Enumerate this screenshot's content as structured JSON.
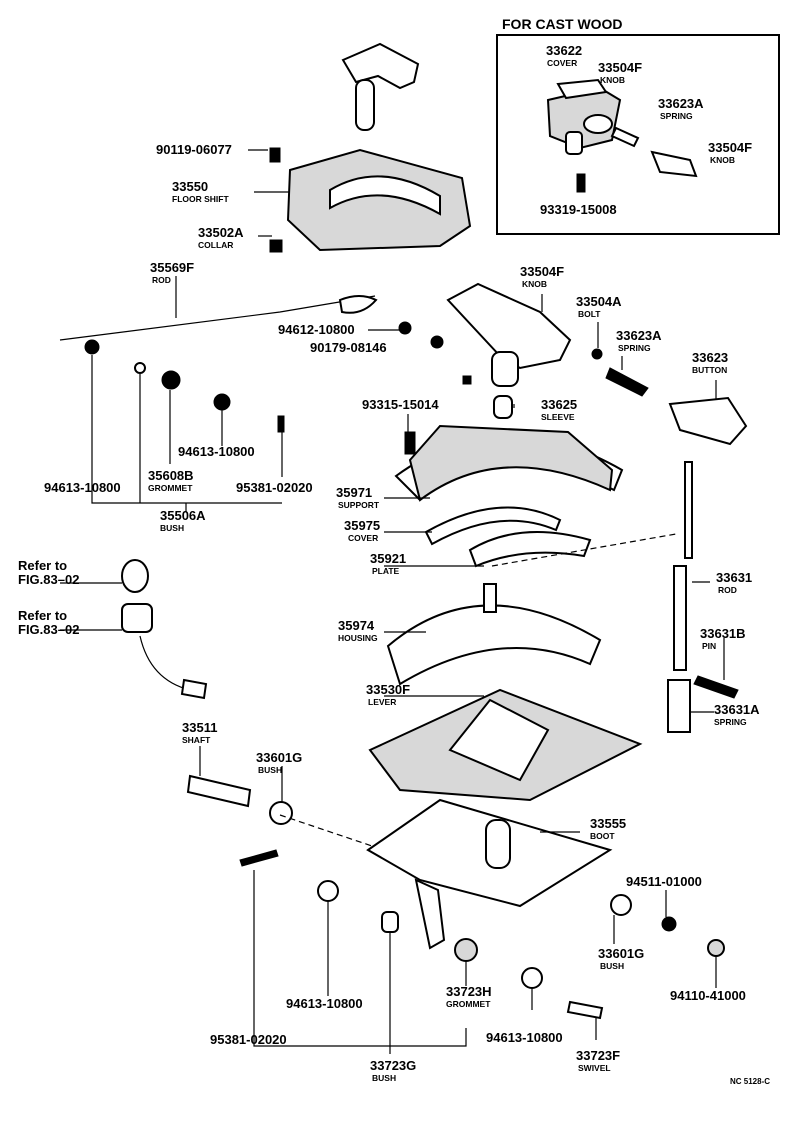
{
  "inset": {
    "title": "FOR CAST WOOD"
  },
  "parts": [
    {
      "id": "p33622",
      "number": "33622",
      "name": "COVER"
    },
    {
      "id": "p33504F_a",
      "number": "33504F",
      "name": "KNOB"
    },
    {
      "id": "p33623A_a",
      "number": "33623A",
      "name": "SPRING"
    },
    {
      "id": "p33504F_b",
      "number": "33504F",
      "name": "KNOB"
    },
    {
      "id": "p93319",
      "number": "93319-15008",
      "name": ""
    },
    {
      "id": "p90119",
      "number": "90119-06077",
      "name": ""
    },
    {
      "id": "p33550",
      "number": "33550",
      "name": "FLOOR SHIFT"
    },
    {
      "id": "p33502A",
      "number": "33502A",
      "name": "COLLAR"
    },
    {
      "id": "p35569F",
      "number": "35569F",
      "name": "ROD"
    },
    {
      "id": "p94612",
      "number": "94612-10800",
      "name": ""
    },
    {
      "id": "p90179",
      "number": "90179-08146",
      "name": ""
    },
    {
      "id": "p33504F_c",
      "number": "33504F",
      "name": "KNOB"
    },
    {
      "id": "p33504A",
      "number": "33504A",
      "name": "BOLT"
    },
    {
      "id": "p33623A_b",
      "number": "33623A",
      "name": "SPRING"
    },
    {
      "id": "p33623",
      "number": "33623",
      "name": "BUTTON"
    },
    {
      "id": "p93315",
      "number": "93315-15014",
      "name": ""
    },
    {
      "id": "p33625",
      "number": "33625",
      "name": "SLEEVE"
    },
    {
      "id": "p94613_a",
      "number": "94613-10800",
      "name": ""
    },
    {
      "id": "p94613_b",
      "number": "94613-10800",
      "name": ""
    },
    {
      "id": "p35608B",
      "number": "35608B",
      "name": "GROMMET"
    },
    {
      "id": "p95381_a",
      "number": "95381-02020",
      "name": ""
    },
    {
      "id": "p35506A",
      "number": "35506A",
      "name": "BUSH"
    },
    {
      "id": "p35971",
      "number": "35971",
      "name": "SUPPORT"
    },
    {
      "id": "p35975",
      "number": "35975",
      "name": "COVER"
    },
    {
      "id": "p35921",
      "number": "35921",
      "name": "PLATE"
    },
    {
      "id": "p33631",
      "number": "33631",
      "name": "ROD"
    },
    {
      "id": "p33631B",
      "number": "33631B",
      "name": "PIN"
    },
    {
      "id": "p33631A",
      "number": "33631A",
      "name": "SPRING"
    },
    {
      "id": "p35974",
      "number": "35974",
      "name": "HOUSING"
    },
    {
      "id": "p33530F",
      "number": "33530F",
      "name": "LEVER"
    },
    {
      "id": "p33511",
      "number": "33511",
      "name": "SHAFT"
    },
    {
      "id": "p33601G_a",
      "number": "33601G",
      "name": "BUSH"
    },
    {
      "id": "p33555",
      "number": "33555",
      "name": "BOOT"
    },
    {
      "id": "p94511",
      "number": "94511-01000",
      "name": ""
    },
    {
      "id": "p33601G_b",
      "number": "33601G",
      "name": "BUSH"
    },
    {
      "id": "p94110",
      "number": "94110-41000",
      "name": ""
    },
    {
      "id": "p94613_c",
      "number": "94613-10800",
      "name": ""
    },
    {
      "id": "p33723H",
      "number": "33723H",
      "name": "GROMMET"
    },
    {
      "id": "p94613_d",
      "number": "94613-10800",
      "name": ""
    },
    {
      "id": "p95381_b",
      "number": "95381-02020",
      "name": ""
    },
    {
      "id": "p33723G",
      "number": "33723G",
      "name": "BUSH"
    },
    {
      "id": "p33723F",
      "number": "33723F",
      "name": "SWIVEL"
    }
  ],
  "refs": [
    {
      "id": "ref1",
      "line1": "Refer to",
      "line2": "FIG.83–02"
    },
    {
      "id": "ref2",
      "line1": "Refer to",
      "line2": "FIG.83–02"
    }
  ],
  "drawing_code": "NC 5128-C"
}
